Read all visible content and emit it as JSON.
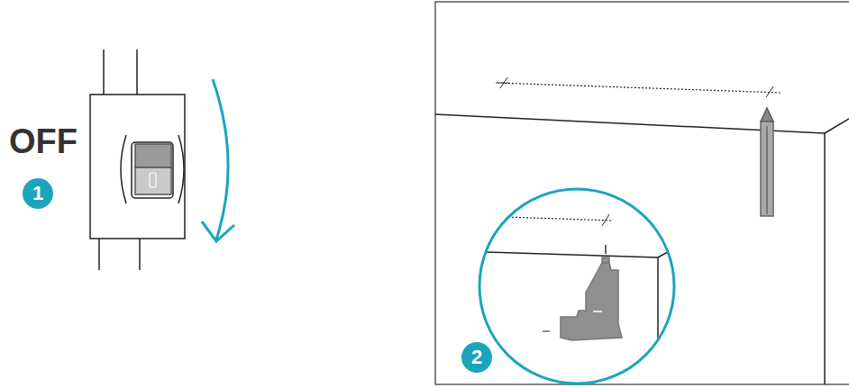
{
  "diagram": {
    "nodes": [
      {
        "text": [
          "1"
        ]
      },
      {
        "text": [
          "2"
        ]
      }
    ],
    "labels": [
      "OFF"
    ]
  }
}
